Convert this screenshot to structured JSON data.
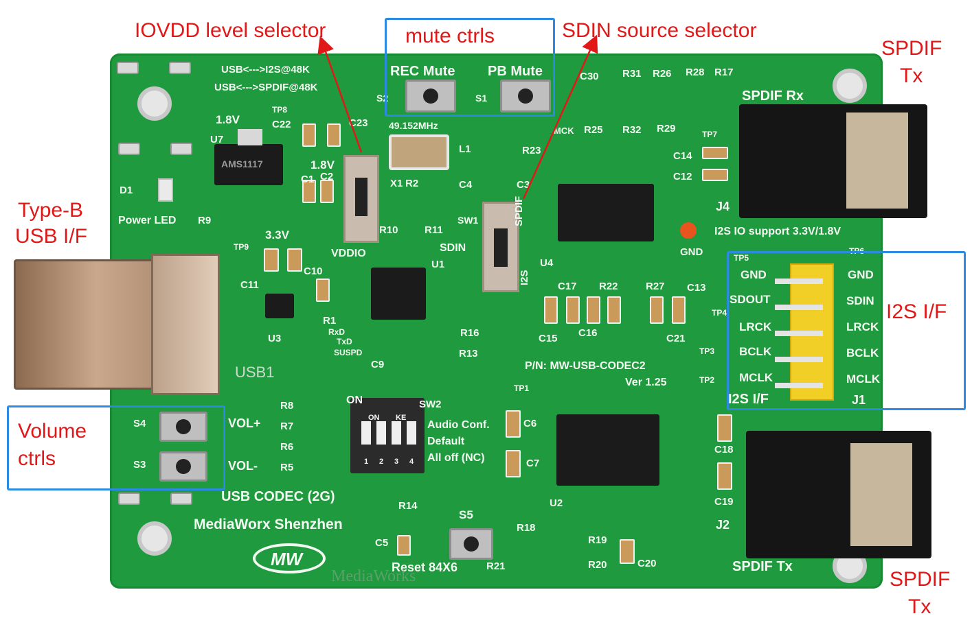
{
  "annotations": {
    "iovdd": "IOVDD level selector",
    "mute": "mute ctrls",
    "sdin": "SDIN source selector",
    "spdif_tx_top_1": "SPDIF",
    "spdif_tx_top_2": "Tx",
    "typeb_1": "Type-B",
    "typeb_2": "USB I/F",
    "i2s": "I2S I/F",
    "volume_1": "Volume",
    "volume_2": "ctrls",
    "spdif_tx_bottom_1": "SPDIF",
    "spdif_tx_bottom_2": "Tx"
  },
  "silkscreen": {
    "usb_i2s": "USB<--->I2S@48K",
    "usb_spdif": "USB<--->SPDIF@48K",
    "rec_mute": "REC Mute",
    "pb_mute": "PB Mute",
    "s2": "S2",
    "s1": "S1",
    "v18_top": "1.8V",
    "v18_mid": "1.8V",
    "tp8": "TP8",
    "c22": "C22",
    "c23": "C23",
    "u7": "U7",
    "ams": "AMS1117",
    "freq": "49.152MHz",
    "x1": "X1",
    "r2": "R2",
    "l1": "L1",
    "r23": "R23",
    "c30": "C30",
    "r31": "R31",
    "r26": "R26",
    "r28": "R28",
    "r17": "R17",
    "mck": "MCK",
    "r25": "R25",
    "r32": "R32",
    "r29": "R29",
    "spdif_rx": "SPDIF Rx",
    "tp7": "TP7",
    "c14": "C14",
    "c12": "C12",
    "j4": "J4",
    "d1": "D1",
    "power_led": "Power LED",
    "r9": "R9",
    "c1": "C1",
    "c2": "C2",
    "c4": "C4",
    "c3": "C3",
    "r10": "R10",
    "r11": "R11",
    "sw1": "SW1",
    "sdin": "SDIN",
    "spdif_v": "SPDIF",
    "i2s_v": "I2S",
    "u4": "U4",
    "vddio": "VDDIO",
    "v33": "3.3V",
    "tp9": "TP9",
    "c11": "C11",
    "c10": "C10",
    "u1": "U1",
    "r1": "R1",
    "u3": "U3",
    "rxd": "RxD",
    "txd": "TxD",
    "suspd": "SUSPD",
    "c9": "C9",
    "usb1": "USB1",
    "r16": "R16",
    "c17": "C17",
    "r22": "R22",
    "r27": "R27",
    "c13": "C13",
    "c15": "C15",
    "c16": "C16",
    "c21": "C21",
    "io_support": "I2S IO support 3.3V/1.8V",
    "gnd_tp": "GND",
    "tp5": "TP5",
    "tp6": "TP6",
    "tp4": "TP4",
    "tp3": "TP3",
    "tp2": "TP2",
    "tp1": "TP1",
    "h_gnd": "GND",
    "h_sdout": "SDOUT",
    "h_lrck": "LRCK",
    "h_bclk": "BCLK",
    "h_mclk": "MCLK",
    "h_gnd_r": "GND",
    "h_sdin_r": "SDIN",
    "h_lrck_r": "LRCK",
    "h_bclk_r": "BCLK",
    "h_mclk_r": "MCLK",
    "i2s_if": "I2S I/F",
    "j1": "J1",
    "r13": "R13",
    "pn": "P/N: MW-USB-CODEC2",
    "ver": "Ver 1.25",
    "r8": "R8",
    "r7": "R7",
    "r6": "R6",
    "r5": "R5",
    "on": "ON",
    "sw2": "SW2",
    "dip_on": "ON",
    "dip_ke": "KE",
    "audio_conf": "Audio Conf.",
    "default": "Default",
    "all_off": "All off (NC)",
    "dip_1": "1",
    "dip_2": "2",
    "dip_3": "3",
    "dip_4": "4",
    "c6": "C6",
    "c7": "C7",
    "u2": "U2",
    "c18": "C18",
    "c19": "C19",
    "j2": "J2",
    "spdif_tx": "SPDIF Tx",
    "s4": "S4",
    "s3": "S3",
    "vol_plus": "VOL+",
    "vol_minus": "VOL-",
    "usb_codec": "USB CODEC (2G)",
    "mediaworx": "MediaWorx Shenzhen",
    "logo": "MW",
    "r14": "R14",
    "c5": "C5",
    "s5": "S5",
    "reset": "Reset 84X6",
    "r21": "R21",
    "r18": "R18",
    "r19": "R19",
    "r20": "R20",
    "c20": "C20",
    "watermark": "MediaWorks"
  },
  "colors": {
    "pcb": "#1f9a3e",
    "silk": "#f4f8f2",
    "annotation": "#e01818",
    "highlight_box": "#2a8be0",
    "header": "#f2cf26"
  }
}
